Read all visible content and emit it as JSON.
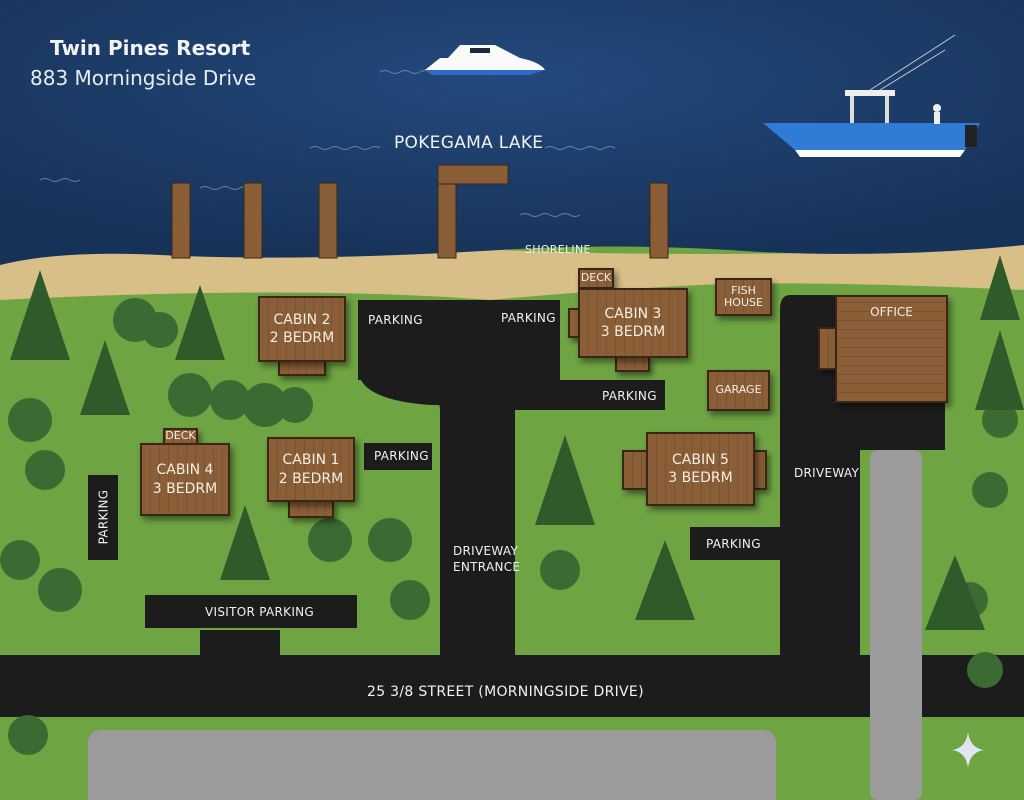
{
  "header": {
    "title": "Twin Pines Resort",
    "address": "883 Morningside Drive"
  },
  "lake": {
    "name": "POKEGAMA LAKE",
    "shoreline": "SHORELINE"
  },
  "buildings": {
    "cabin2": {
      "name": "CABIN 2",
      "beds": "2 BEDRM"
    },
    "cabin1": {
      "name": "CABIN 1",
      "beds": "2 BEDRM"
    },
    "cabin4": {
      "name": "CABIN 4",
      "beds": "3 BEDRM",
      "deck": "DECK"
    },
    "cabin3": {
      "name": "CABIN 3",
      "beds": "3 BEDRM",
      "deck": "DECK"
    },
    "cabin5": {
      "name": "CABIN 5",
      "beds": "3 BEDRM"
    },
    "fish_house": {
      "line1": "FISH",
      "line2": "HOUSE"
    },
    "garage": "GARAGE",
    "office": "OFFICE"
  },
  "labels": {
    "parking": "PARKING",
    "visitor_parking": "VISITOR PARKING",
    "driveway_entrance_1": "DRIVEWAY",
    "driveway_entrance_2": "ENTRANCE",
    "driveway": "DRIVEWAY",
    "street": "25 3/8 STREET (MORNINGSIDE DRIVE)"
  },
  "colors": {
    "water": "#1d3d6b",
    "sand": "#d8bf88",
    "grass": "#6fa443",
    "road": "#1c1c1c",
    "lot": "#9b9b9b"
  }
}
